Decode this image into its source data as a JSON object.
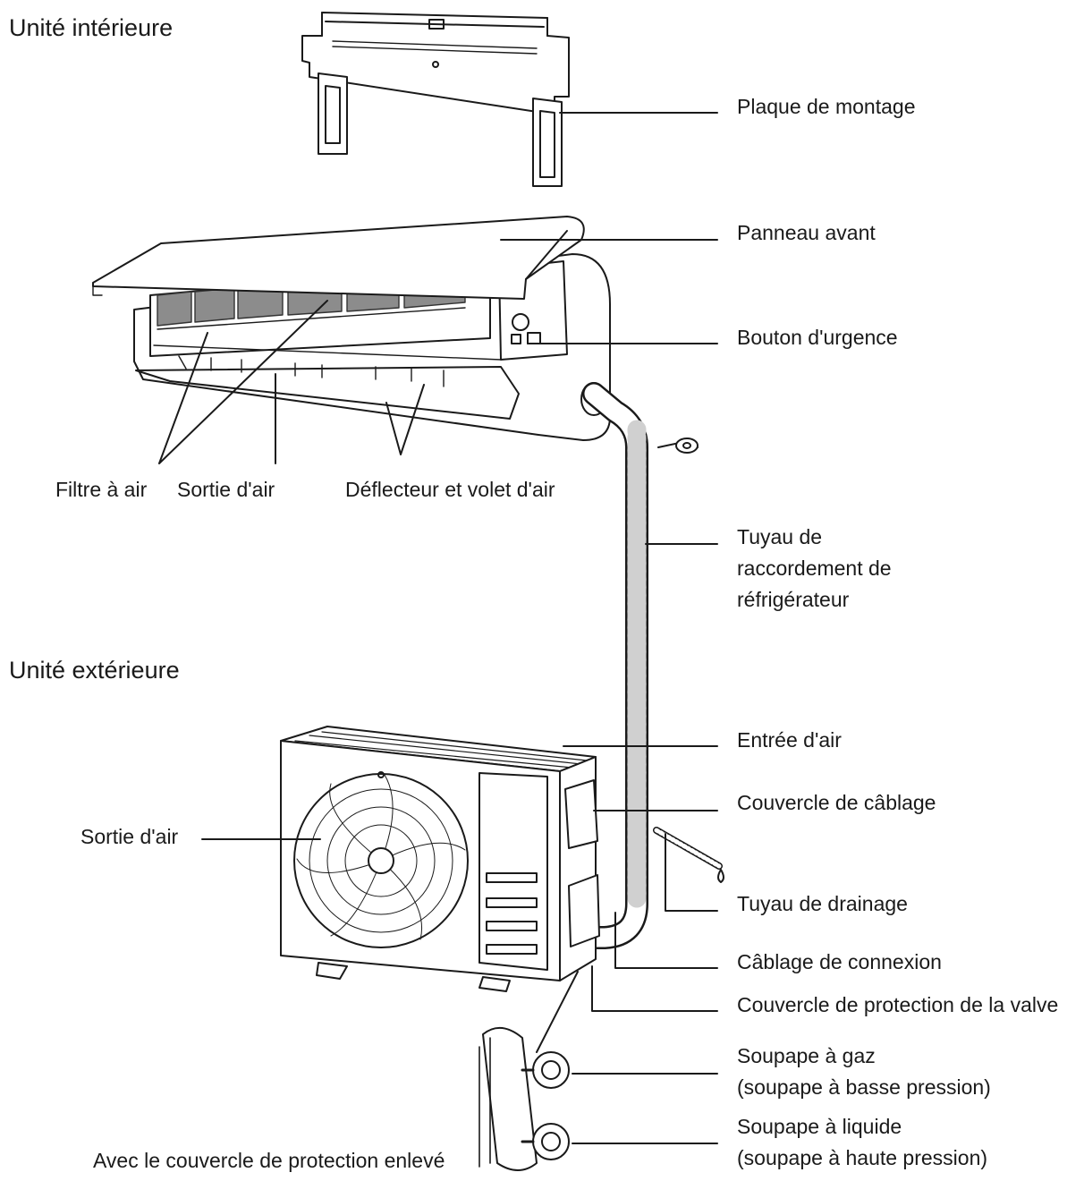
{
  "sections": {
    "indoor": "Unité intérieure",
    "outdoor": "Unité extérieure"
  },
  "labels": {
    "mounting_plate": "Plaque de montage",
    "front_panel": "Panneau avant",
    "emergency_button": "Bouton d'urgence",
    "air_filter": "Filtre à air",
    "indoor_air_outlet": "Sortie d'air",
    "louver": "Déflecteur et volet d'air",
    "refrigerant_pipe": [
      "Tuyau de",
      "raccordement de",
      "réfrigérateur"
    ],
    "air_inlet": "Entrée d'air",
    "wiring_cover": "Couvercle de câblage",
    "outdoor_air_outlet": "Sortie d'air",
    "drain_hose": "Tuyau de drainage",
    "connection_wiring": "Câblage de connexion",
    "valve_cover": "Couvercle de protection de la valve",
    "gas_valve": [
      "Soupape à gaz",
      "(soupape à basse pression)"
    ],
    "liquid_valve": [
      "Soupape à liquide",
      "(soupape à haute pression)"
    ],
    "cover_removed": "Avec le couvercle de protection enlevé"
  }
}
